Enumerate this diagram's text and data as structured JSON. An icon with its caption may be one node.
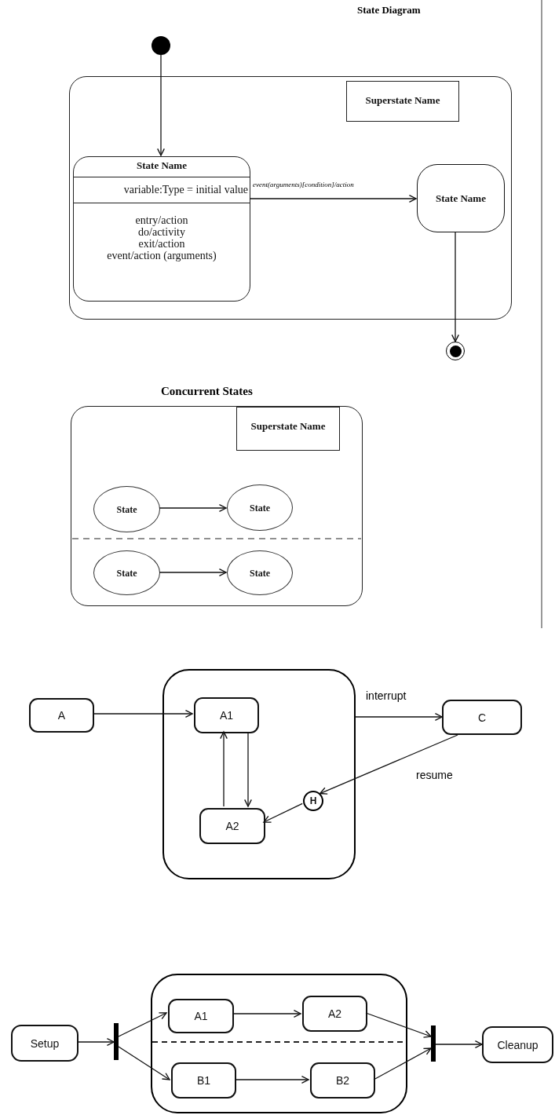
{
  "diagram": {
    "title": "State Diagram",
    "nodes": [
      {
        "text": [],
        "shape": "circle"
      },
      {
        "text": [
          "Superstate Name"
        ]
      },
      {
        "text": [
          "State Name",
          "variable:Type = initial value",
          "entry/action",
          "do/activity",
          "exit/action",
          "event/action (arguments)"
        ],
        "in": 1
      },
      {
        "text": [
          "State Name"
        ],
        "in": 1
      },
      {
        "text": [],
        "shape": "circle"
      },
      {
        "text": [
          "Superstate Name"
        ]
      },
      {
        "text": [
          "State"
        ],
        "in": 5
      },
      {
        "text": [
          "State"
        ],
        "in": 5
      },
      {
        "text": [
          "State"
        ],
        "in": 5
      },
      {
        "text": [
          "State"
        ],
        "in": 5
      },
      {
        "text": [
          "A"
        ]
      },
      {
        "text": [],
        "shape": "box"
      },
      {
        "text": [
          "A1"
        ],
        "in": 11
      },
      {
        "text": [
          "A2"
        ],
        "in": 11
      },
      {
        "text": [
          "H"
        ],
        "in": 11
      },
      {
        "text": [
          "C"
        ]
      },
      {
        "text": [
          "Setup"
        ]
      },
      {
        "text": [],
        "shape": "bar"
      },
      {
        "text": [],
        "shape": "box"
      },
      {
        "text": [
          "A1"
        ],
        "in": 18
      },
      {
        "text": [
          "A2"
        ],
        "in": 18
      },
      {
        "text": [
          "B1"
        ],
        "in": 18
      },
      {
        "text": [
          "B2"
        ],
        "in": 18
      },
      {
        "text": [],
        "shape": "bar"
      },
      {
        "text": [
          "Cleanup"
        ]
      }
    ],
    "edges": [
      {
        "from": 0,
        "to": 2,
        "arrow": "to"
      },
      {
        "from": 2,
        "to": 3,
        "arrow": "to",
        "label": "event(arguments)[condition]/action"
      },
      {
        "from": 3,
        "to": 4,
        "arrow": "to"
      },
      {
        "from": 6,
        "to": 7,
        "arrow": "to"
      },
      {
        "from": 8,
        "to": 9,
        "arrow": "to"
      },
      {
        "from": 10,
        "to": 12,
        "arrow": "to"
      },
      {
        "from": 12,
        "to": 13,
        "arrow": "to"
      },
      {
        "from": 13,
        "to": 12,
        "arrow": "to"
      },
      {
        "from": 11,
        "to": 15,
        "arrow": "to",
        "label": "interrupt"
      },
      {
        "from": 15,
        "to": 14,
        "arrow": "to",
        "label": "resume"
      },
      {
        "from": 14,
        "to": 13,
        "arrow": "to"
      },
      {
        "from": 16,
        "to": 17,
        "arrow": "to"
      },
      {
        "from": 17,
        "to": 19,
        "arrow": "to"
      },
      {
        "from": 17,
        "to": 21,
        "arrow": "to"
      },
      {
        "from": 19,
        "to": 20,
        "arrow": "to"
      },
      {
        "from": 21,
        "to": 22,
        "arrow": "to"
      },
      {
        "from": 20,
        "to": 23,
        "arrow": "to"
      },
      {
        "from": 22,
        "to": 23,
        "arrow": "to"
      },
      {
        "from": 23,
        "to": 24,
        "arrow": "to"
      }
    ],
    "labels": [
      "Concurrent States"
    ]
  }
}
